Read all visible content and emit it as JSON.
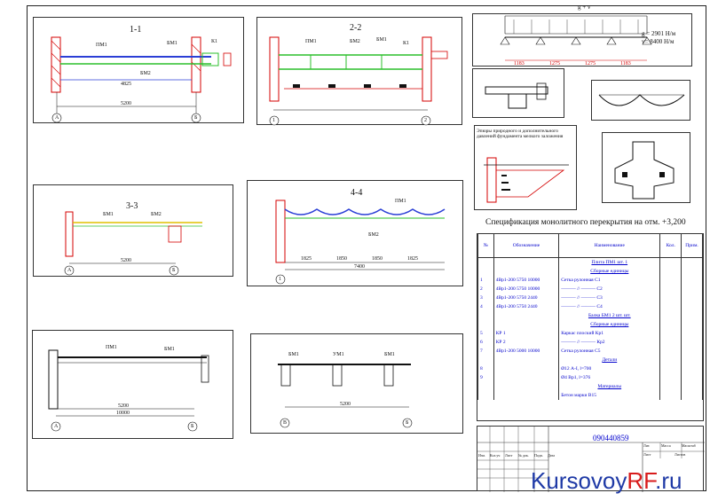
{
  "sections": {
    "s11": {
      "title": "1-1",
      "pm": "ПМ1",
      "bm1": "БМ1",
      "k1": "К1",
      "bm2": "БМ2",
      "dim_top": "4825",
      "dim_bottom": "5200",
      "axis_left": "А",
      "axis_right": "Б"
    },
    "s22": {
      "title": "2-2",
      "pm": "ПМ1",
      "bm2": "БМ2",
      "bm1": "БМ1",
      "k1": "К1",
      "axis_left": "1",
      "axis_right": "2"
    },
    "s33": {
      "title": "3-3",
      "bm1": "БМ1",
      "bm2": "БМ2",
      "axis_left": "А",
      "axis_right": "Б",
      "dim": "5200"
    },
    "s44": {
      "title": "4-4",
      "pm": "ПМ1",
      "bm2": "БМ2",
      "dims": [
        "1825",
        "1850",
        "1850",
        "1825"
      ],
      "dim_total": "7400",
      "axis": "1"
    },
    "s55": {
      "pm": "ПМ1",
      "bm1": "БМ1",
      "dim1": "5200",
      "dim2": "10000",
      "axis_left": "А",
      "axis_right": "Б"
    },
    "s66": {
      "bm1a": "БМ1",
      "um": "УМ1",
      "bm1b": "БМ1",
      "dim": "5200",
      "axis_left": "В",
      "axis_right": "Б"
    }
  },
  "load_scheme": {
    "label": "g + v",
    "g": "g = 2901 Н/м",
    "v": "v= 8400 Н/м",
    "spans": [
      "1183",
      "1275",
      "1275",
      "1183"
    ]
  },
  "epure_title": "Эпюры природного и дополнительного давлений фундамента мелкого заложения",
  "spec": {
    "title": "Спецификация монолитного перекрытия на отм. +3,200",
    "headers": [
      "№",
      "Обозначение",
      "Наименование",
      "Кол.",
      "Прим."
    ],
    "rows": [
      {
        "pos": "",
        "code": "",
        "name": "Плита ПМ1 шт. 1",
        "qty": "",
        "note": "",
        "type": "section"
      },
      {
        "pos": "",
        "code": "",
        "name": "Сборные единицы",
        "qty": "",
        "note": "",
        "type": "section"
      },
      {
        "pos": "1",
        "code": "4Вр1-200  5750 10000",
        "name": "Сетка рулонная С1",
        "qty": "",
        "note": "",
        "type": "row"
      },
      {
        "pos": "2",
        "code": "4Вр1-200  5750 10000",
        "name": "——— // ——— С2",
        "qty": "",
        "note": "",
        "type": "row"
      },
      {
        "pos": "3",
        "code": "4Вр1-200  5750 2440",
        "name": "——— // ——— С3",
        "qty": "",
        "note": "",
        "type": "row"
      },
      {
        "pos": "4",
        "code": "4Вр1-200  5750 2440",
        "name": "——— // ——— С4",
        "qty": "",
        "note": "",
        "type": "row"
      },
      {
        "pos": "",
        "code": "",
        "name": "Балка БМ1 2 шт. шт.",
        "qty": "",
        "note": "",
        "type": "section"
      },
      {
        "pos": "",
        "code": "",
        "name": "Сборные единицы",
        "qty": "",
        "note": "",
        "type": "section"
      },
      {
        "pos": "5",
        "code": "КР 1",
        "name": "Каркас плоский Кр1",
        "qty": "",
        "note": "",
        "type": "row"
      },
      {
        "pos": "6",
        "code": "КР 2",
        "name": "——— // ——— Кр2",
        "qty": "",
        "note": "",
        "type": "row"
      },
      {
        "pos": "7",
        "code": "4Вр1-200  5000 10000",
        "name": "Сетка рулонная С5",
        "qty": "",
        "note": "",
        "type": "row"
      },
      {
        "pos": "",
        "code": "",
        "name": "Детали",
        "qty": "",
        "note": "",
        "type": "section"
      },
      {
        "pos": "8",
        "code": "",
        "name": "Ø12 А-I, l=700",
        "qty": "",
        "note": "",
        "type": "row"
      },
      {
        "pos": "9",
        "code": "",
        "name": "Ø4 Вр1, l=376",
        "qty": "",
        "note": "",
        "type": "row"
      },
      {
        "pos": "",
        "code": "",
        "name": "Материалы",
        "qty": "",
        "note": "",
        "type": "section"
      },
      {
        "pos": "",
        "code": "",
        "name": "Бетон марки В15",
        "qty": "",
        "note": "",
        "type": "row"
      }
    ]
  },
  "stamp": {
    "code": "090440859",
    "cells": [
      "Изм.",
      "Кол.уч",
      "Лист",
      "№ док.",
      "Подп.",
      "Дата",
      "Лит.",
      "Масса",
      "Масштаб",
      "Лист",
      "Листов"
    ]
  },
  "watermark": {
    "main": "Kursovoy",
    "accent": "RF",
    "suffix": ".ru"
  },
  "colors": {
    "red": "#d40000",
    "green": "#2bbf2b",
    "blue": "#2b3fd6",
    "magenta": "#c000c0",
    "black": "#111111"
  }
}
